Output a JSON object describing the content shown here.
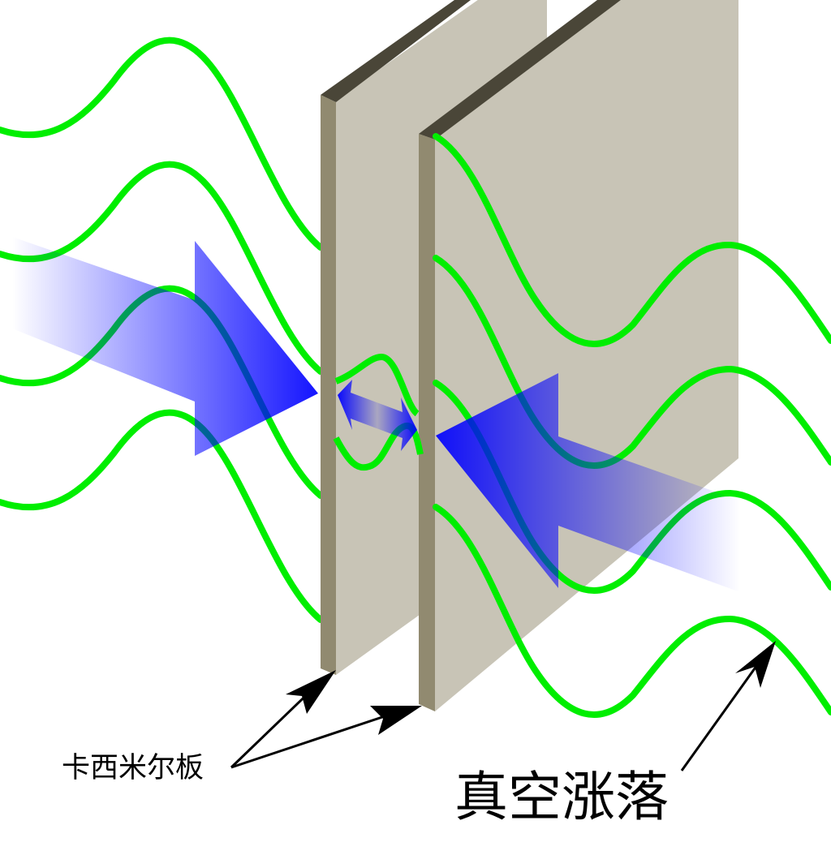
{
  "diagram": {
    "subject": "Casimir effect",
    "labels": {
      "plates": "卡西米尔板",
      "vacuum_fluctuations": "真空涨落"
    },
    "elements": [
      "two parallel Casimir plates",
      "vacuum fluctuation waves (green) outside plates",
      "short-wavelength wave between plates",
      "blue arrow pushing left plate from left",
      "blue arrow pushing right plate from right",
      "double-headed blue arrow between plates"
    ],
    "colors": {
      "wave": "#00ee00",
      "plate_face": "#c8c4b6",
      "plate_edge": "#918a70",
      "plate_top": "#4a4638",
      "arrow": "#0000ff",
      "text": "#000000"
    }
  }
}
